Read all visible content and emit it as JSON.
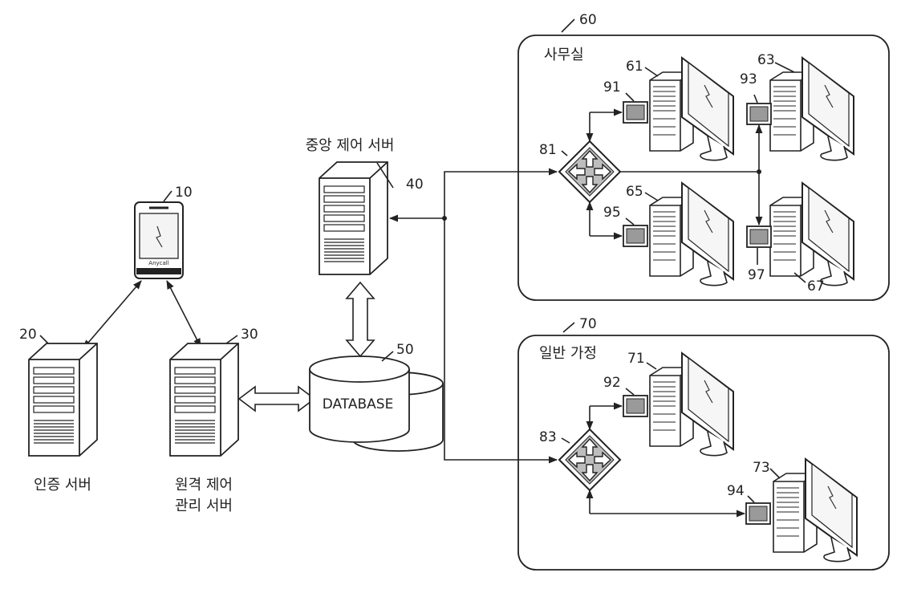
{
  "labels": {
    "phone": "10",
    "auth_server": "20",
    "remote_server": "30",
    "central_server": "40",
    "database": "50",
    "office": "60",
    "home": "70",
    "pc_61": "61",
    "pc_63": "63",
    "pc_65": "65",
    "pc_67": "67",
    "pc_71": "71",
    "pc_73": "73",
    "router_81": "81",
    "router_83": "83",
    "dev_91": "91",
    "dev_92": "92",
    "dev_93": "93",
    "dev_94": "94",
    "dev_95": "95",
    "dev_97": "97"
  },
  "captions": {
    "central_server": "중앙 제어 서버",
    "auth_server": "인증 서버",
    "remote_line1": "원격 제어",
    "remote_line2": "관리 서버",
    "database_text": "DATABASE",
    "office": "사무실",
    "home": "일반 가정",
    "phone_brand": "Anycall"
  }
}
